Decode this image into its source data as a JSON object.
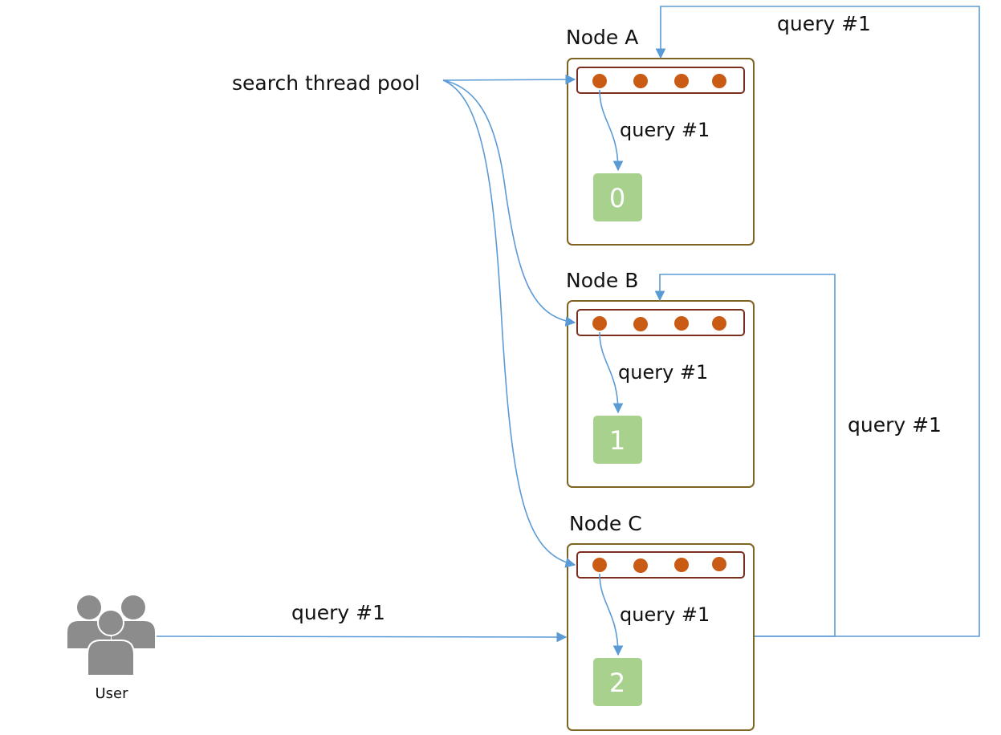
{
  "diagram": {
    "pool_label": "search thread pool",
    "user_label": "User",
    "user_query_label": "query #1",
    "forward_to_a_label": "query #1",
    "forward_to_b_label": "query #1",
    "nodes": [
      {
        "title": "Node A",
        "query_label": "query #1",
        "shard": "0"
      },
      {
        "title": "Node B",
        "query_label": "query #1",
        "shard": "1"
      },
      {
        "title": "Node C",
        "query_label": "query #1",
        "shard": "2"
      }
    ],
    "colors": {
      "node_border": "#7f6320",
      "pool_border": "#7a2f1e",
      "thread_dot": "#c95b14",
      "shard_fill": "#a9d18e",
      "arrow": "#5b9bd5",
      "user_icon": "#8c8c8c"
    }
  }
}
